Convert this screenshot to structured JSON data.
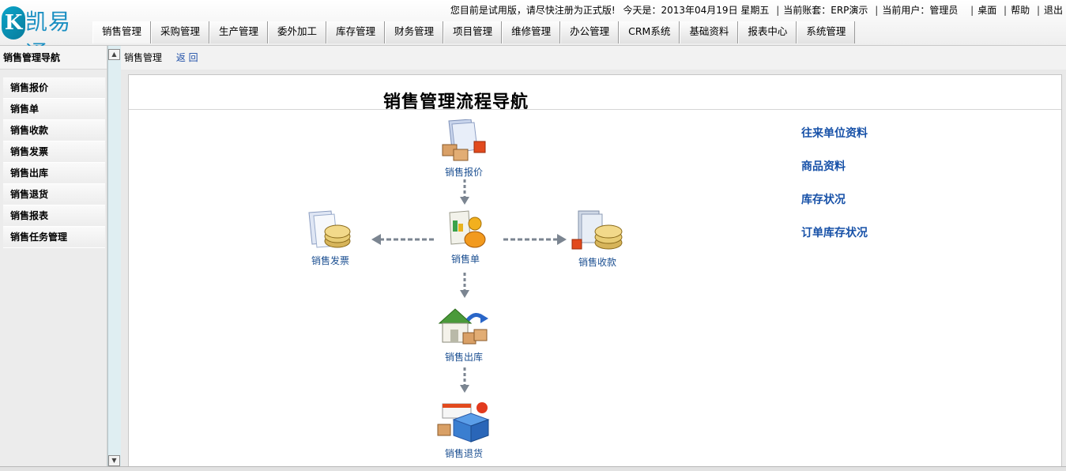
{
  "app": {
    "logo_letter": "K",
    "logo_name": "凯易通"
  },
  "top_info": {
    "trial_notice": "您目前是试用版，请尽快注册为正式版!",
    "today": "今天是：2013年04月19日  星期五",
    "account": "当前账套：ERP演示",
    "user": "当前用户：管理员",
    "links": [
      "桌面",
      "帮助",
      "退出"
    ]
  },
  "menu": [
    "销售管理",
    "采购管理",
    "生产管理",
    "委外加工",
    "库存管理",
    "财务管理",
    "项目管理",
    "维修管理",
    "办公管理",
    "CRM系统",
    "基础资料",
    "报表中心",
    "系统管理"
  ],
  "sidebar": {
    "title": "销售管理导航",
    "items": [
      "销售报价",
      "销售单",
      "销售收款",
      "销售发票",
      "销售出库",
      "销售退货",
      "销售报表",
      "销售任务管理"
    ]
  },
  "breadcrumb": {
    "current": "销售管理",
    "back": "返 回"
  },
  "flow": {
    "title": "销售管理流程导航",
    "nodes": {
      "quote": "销售报价",
      "order": "销售单",
      "invoice": "销售发票",
      "receipt": "销售收款",
      "outbound": "销售出库",
      "return": "销售退货"
    }
  },
  "quick_links": [
    "往来单位资料",
    "商品资料",
    "库存状况",
    "订单库存状况"
  ],
  "colors": {
    "link_blue": "#1751a8",
    "logo_blue": "#1a8fc2",
    "splitter": "#dfeef2"
  }
}
